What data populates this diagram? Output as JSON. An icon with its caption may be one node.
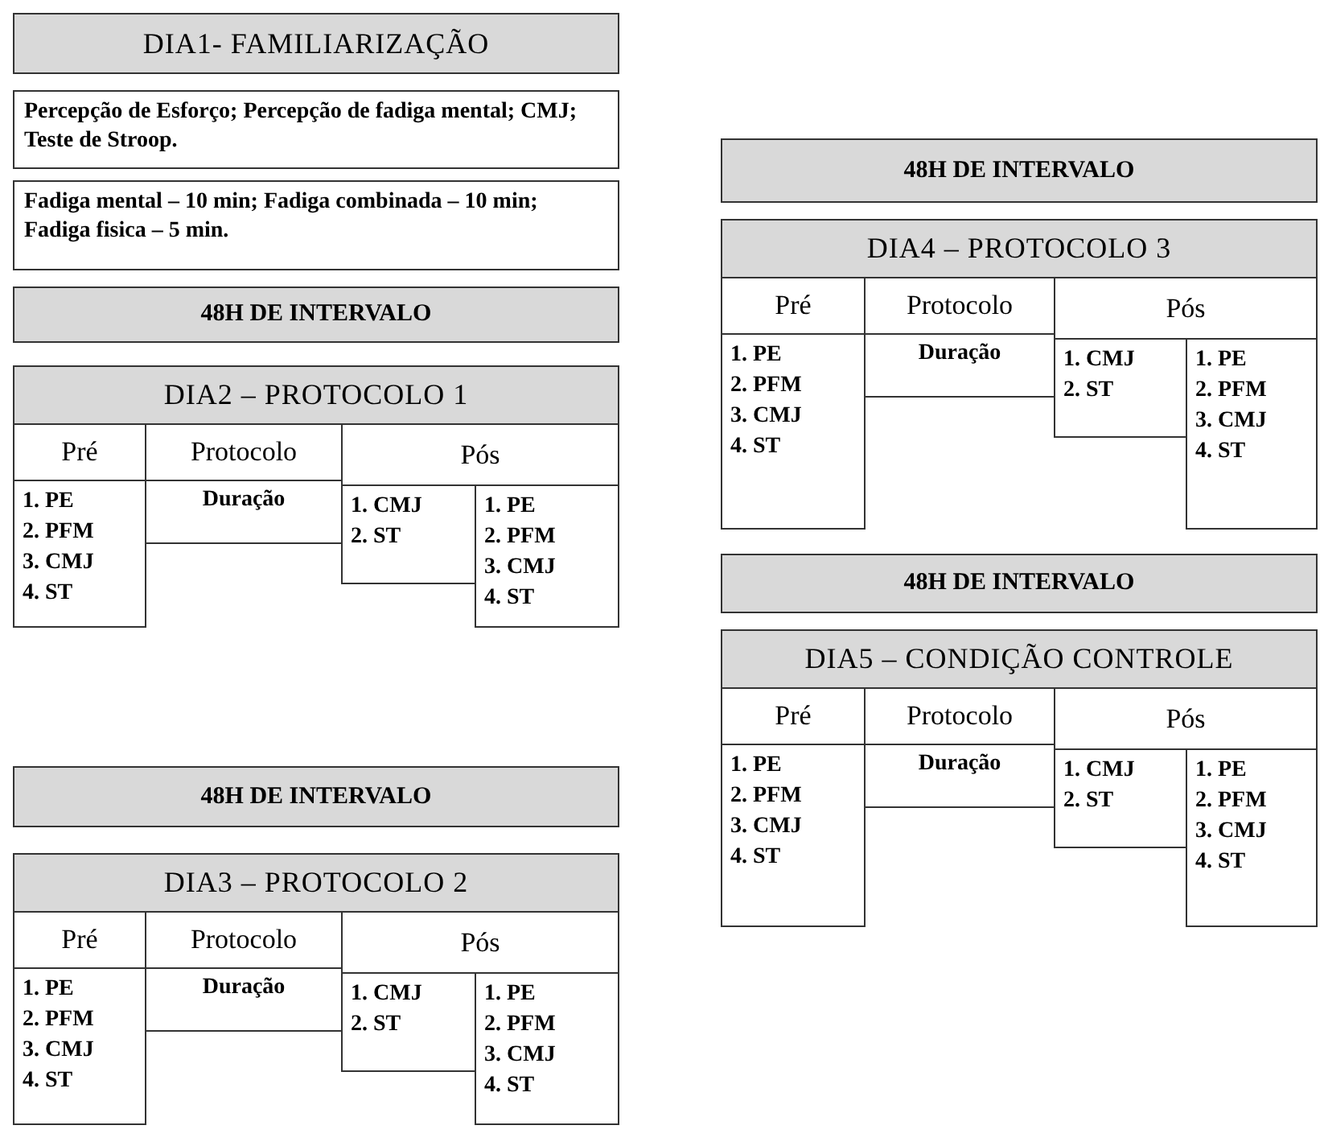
{
  "diagram": {
    "nodes": [
      {
        "text": [
          "DIA1- FAMILIARIZAÇÃO"
        ]
      },
      {
        "text": [
          "Percepção de Esforço; Percepção de fadiga mental; CMJ; Teste de Stroop."
        ]
      },
      {
        "text": [
          "Fadiga mental – 10 min; Fadiga combinada – 10 min; Fadiga fisica – 5 min."
        ]
      },
      {
        "text": [
          "48H DE INTERVALO"
        ]
      },
      {
        "text": [
          "DIA2 – PROTOCOLO 1"
        ]
      },
      {
        "text": [
          "Pré"
        ]
      },
      {
        "text": [
          "Protocolo"
        ]
      },
      {
        "text": [
          "Pós"
        ]
      },
      {
        "text": [
          "1. PE",
          "2. PFM",
          "3. CMJ",
          "4. ST"
        ]
      },
      {
        "text": [
          "Duração"
        ]
      },
      {
        "text": [
          "1. CMJ",
          "2. ST"
        ]
      },
      {
        "text": [
          "1. PE",
          "2. PFM",
          "3. CMJ",
          "4. ST"
        ]
      },
      {
        "text": [
          "48H DE INTERVALO"
        ]
      },
      {
        "text": [
          "DIA3 – PROTOCOLO 2"
        ]
      },
      {
        "text": [
          "Pré"
        ]
      },
      {
        "text": [
          "Protocolo"
        ]
      },
      {
        "text": [
          "Pós"
        ]
      },
      {
        "text": [
          "1. PE",
          "2. PFM",
          "3. CMJ",
          "4. ST"
        ]
      },
      {
        "text": [
          "Duração"
        ]
      },
      {
        "text": [
          "1. CMJ",
          "2. ST"
        ]
      },
      {
        "text": [
          "1. PE",
          "2. PFM",
          "3. CMJ",
          "4. ST"
        ]
      },
      {
        "text": [
          "48H DE INTERVALO"
        ]
      },
      {
        "text": [
          "DIA4 – PROTOCOLO 3"
        ]
      },
      {
        "text": [
          "Pré"
        ]
      },
      {
        "text": [
          "Protocolo"
        ]
      },
      {
        "text": [
          "Pós"
        ]
      },
      {
        "text": [
          "1. PE",
          "2. PFM",
          "3. CMJ",
          "4. ST"
        ]
      },
      {
        "text": [
          "Duração"
        ]
      },
      {
        "text": [
          "1. CMJ",
          "2. ST"
        ]
      },
      {
        "text": [
          "1. PE",
          "2. PFM",
          "3. CMJ",
          "4. ST"
        ]
      },
      {
        "text": [
          "48H DE INTERVALO"
        ]
      },
      {
        "text": [
          "DIA5 – CONDIÇÃO CONTROLE"
        ]
      },
      {
        "text": [
          "Pré"
        ]
      },
      {
        "text": [
          "Protocolo"
        ]
      },
      {
        "text": [
          "Pós"
        ]
      },
      {
        "text": [
          "1. PE",
          "2. PFM",
          "3. CMJ",
          "4. ST"
        ]
      },
      {
        "text": [
          "Duração"
        ]
      },
      {
        "text": [
          "1. CMJ",
          "2. ST"
        ]
      },
      {
        "text": [
          "1. PE",
          "2. PFM",
          "3. CMJ",
          "4. ST"
        ]
      }
    ]
  }
}
